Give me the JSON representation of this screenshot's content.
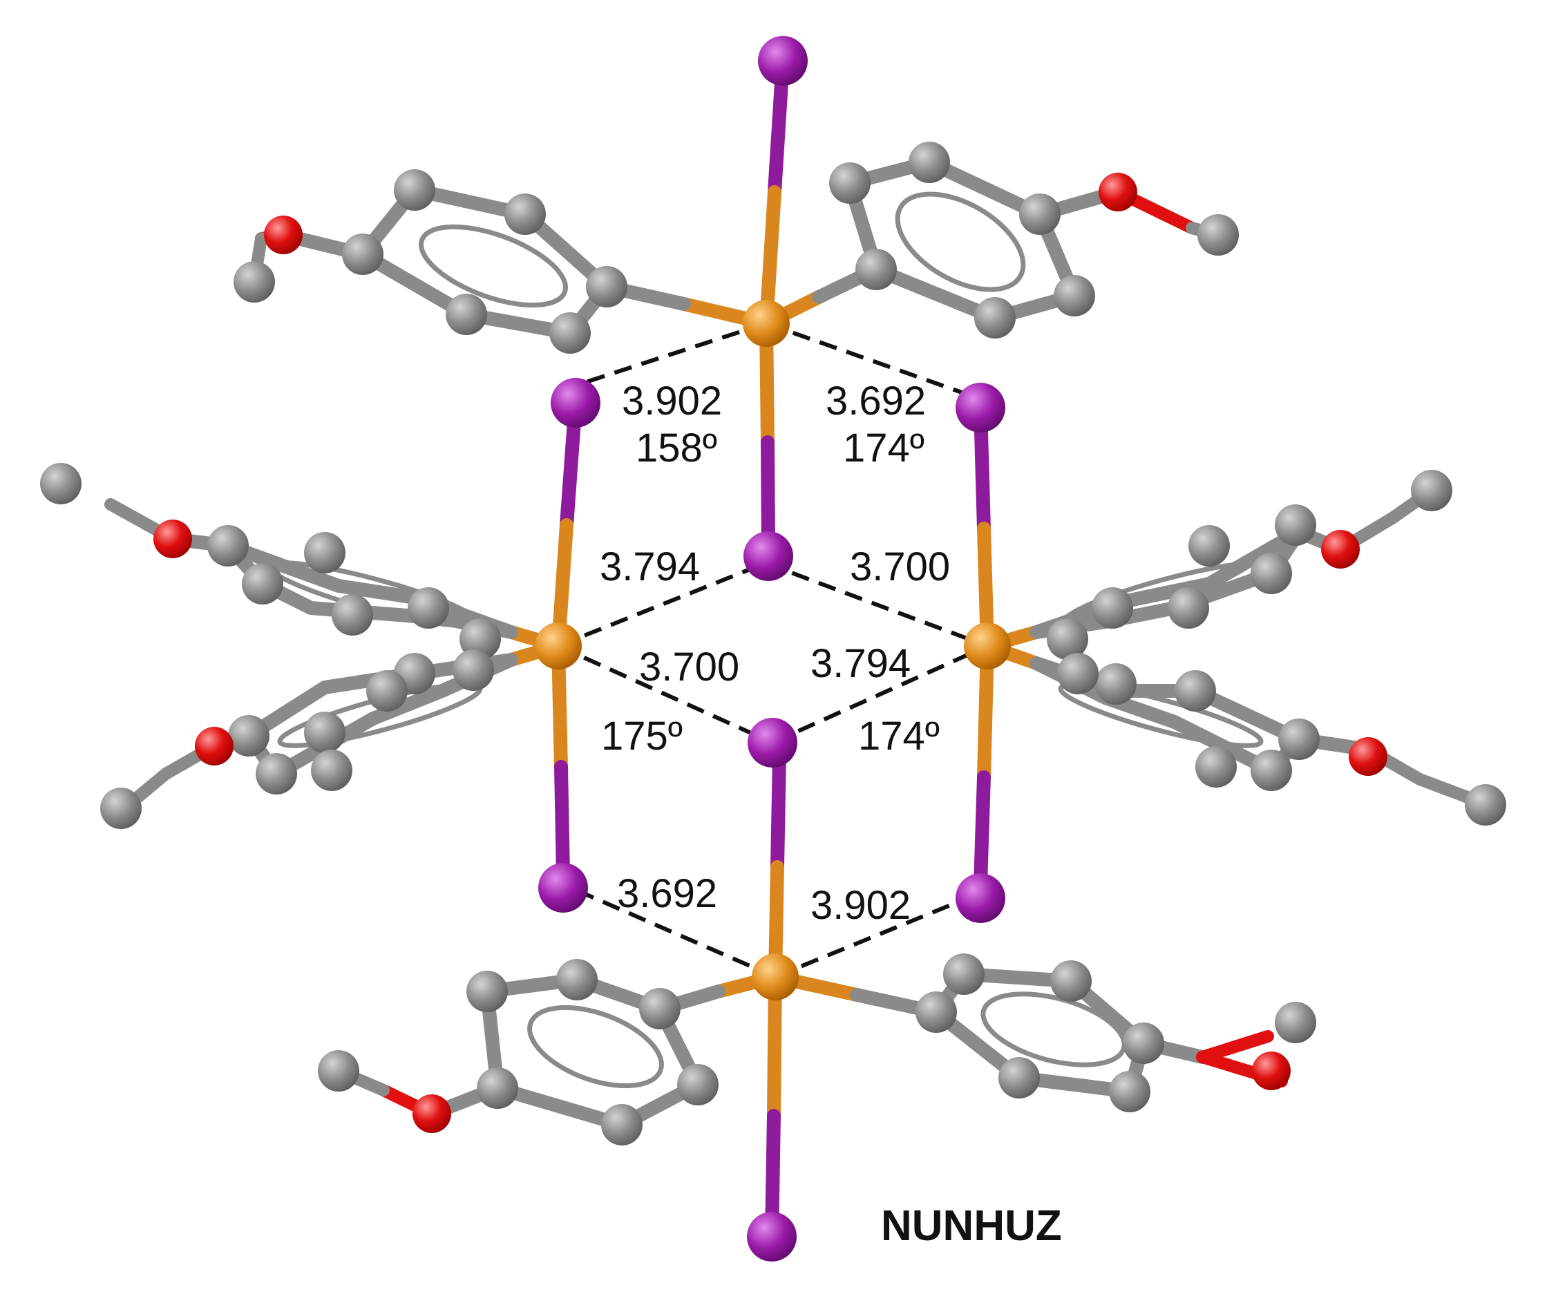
{
  "title": "NUNHUZ",
  "colors": {
    "carbon": "#8a8a8a",
    "oxygen": "#e01010",
    "arsenic": "#e08a1a",
    "iodine": "#9a1aa8",
    "contact_line": "#111111"
  },
  "labels": [
    {
      "id": "d-top-left",
      "text": "3.902"
    },
    {
      "id": "a-top-left",
      "text": "158º"
    },
    {
      "id": "d-top-right",
      "text": "3.692"
    },
    {
      "id": "a-top-right",
      "text": "174º"
    },
    {
      "id": "d-mid-upper-left",
      "text": "3.794"
    },
    {
      "id": "d-mid-upper-right",
      "text": "3.700"
    },
    {
      "id": "d-mid-lower-left",
      "text": "3.700"
    },
    {
      "id": "d-mid-lower-right",
      "text": "3.794"
    },
    {
      "id": "a-mid-lower-left",
      "text": "175º"
    },
    {
      "id": "a-mid-lower-right",
      "text": "174º"
    },
    {
      "id": "d-bottom-left",
      "text": "3.692"
    },
    {
      "id": "d-bottom-right",
      "text": "3.902"
    }
  ]
}
